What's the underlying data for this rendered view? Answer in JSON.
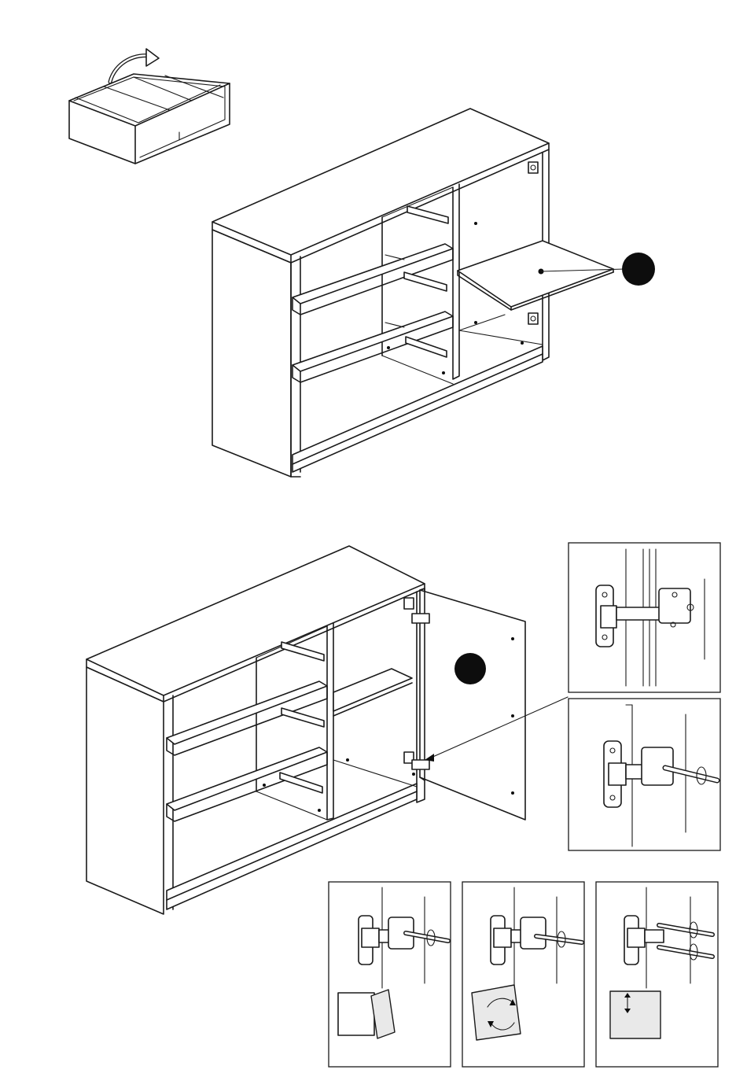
{
  "steps": {
    "top": {
      "marker": "shelf-callout"
    },
    "bottom": {
      "marker": "door-callout"
    }
  },
  "details": [
    {
      "id": "hinge-mounted",
      "adjust": "none"
    },
    {
      "id": "hinge-screwdriver",
      "adjust": "screw"
    },
    {
      "id": "adjust-depth",
      "adjust": "depth"
    },
    {
      "id": "adjust-tilt",
      "adjust": "tilt"
    },
    {
      "id": "adjust-height",
      "adjust": "height"
    }
  ],
  "icons": [
    "rotate-arrow-icon",
    "hinge-icon",
    "screwdriver-icon",
    "cabinet-door-icon"
  ]
}
